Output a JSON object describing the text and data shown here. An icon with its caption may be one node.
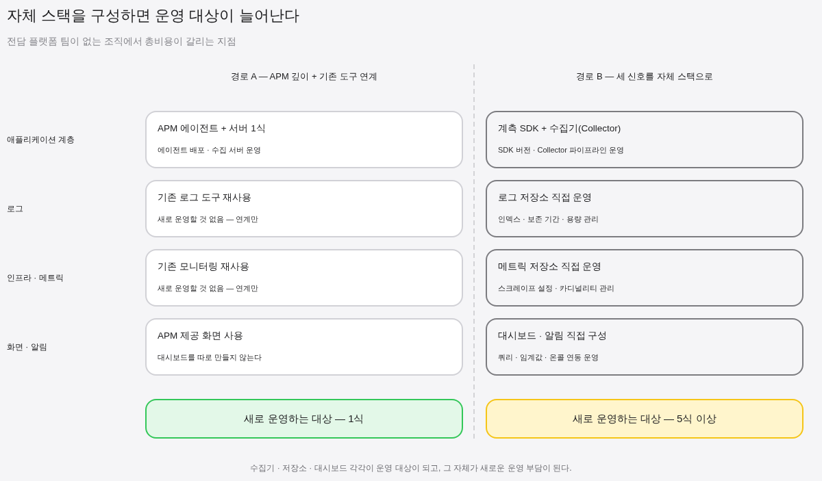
{
  "diagram": {
    "title": "자체 스택을 구성하면 운영 대상이 늘어난다",
    "caption": "수집기 · 저장소 · 대시보드 각각이 운영 대상이 되고, 그 자체가 새로운 운영 부담이 된다.",
    "nodes": [
      {
        "text": [
          "APM 에이전트 + 서버 1식",
          "에이전트 배포 · 수집 서버 운영"
        ]
      },
      {
        "text": [
          "계측 SDK + 수집기(Collector)",
          "SDK 버전 · Collector 파이프라인 운영"
        ]
      },
      {
        "text": [
          "기존 로그 도구 재사용",
          "새로 운영할 것 없음 — 연계만"
        ]
      },
      {
        "text": [
          "로그 저장소 직접 운영",
          "인덱스 · 보존 기간 · 용량 관리"
        ]
      },
      {
        "text": [
          "기존 모니터링 재사용",
          "새로 운영할 것 없음 — 연계만"
        ]
      },
      {
        "text": [
          "메트릭 저장소 직접 운영",
          "스크레이프 설정 · 카디널리티 관리"
        ]
      },
      {
        "text": [
          "APM 제공 화면 사용",
          "대시보드를 따로 만들지 않는다"
        ]
      },
      {
        "text": [
          "대시보드 · 알림 직접 구성",
          "쿼리 · 임계값 · 온콜 연동 운영"
        ]
      },
      {
        "text": [
          "새로 운영하는 대상 — 1식"
        ]
      },
      {
        "text": [
          "새로 운영하는 대상 — 5식 이상"
        ]
      }
    ],
    "labels": [
      "전담 플랫폼 팀이 없는 조직에서 총비용이 갈리는 지점",
      "경로 A — APM 깊이 + 기존 도구 연계",
      "경로 B — 세 신호를 자체 스택으로",
      "애플리케이션 계층",
      "로그",
      "인프라 · 메트릭",
      "화면 · 알림"
    ]
  }
}
